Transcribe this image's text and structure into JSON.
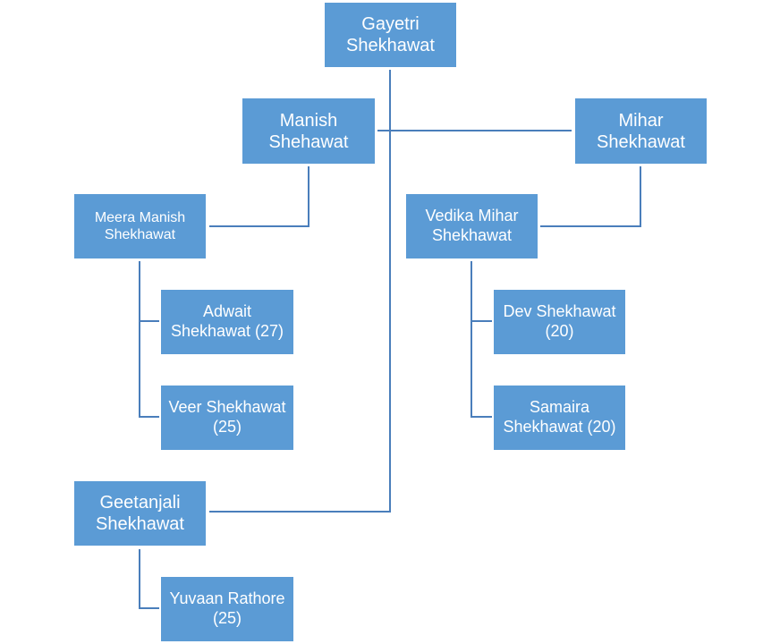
{
  "diagram_type": "family-tree",
  "colors": {
    "node_fill": "#5b9bd5",
    "node_text": "#ffffff",
    "connector": "#4a7ebb",
    "background": "#ffffff"
  },
  "nodes": {
    "gayetri": {
      "label": "Gayetri Shekhawat"
    },
    "manish": {
      "label": "Manish Shehawat"
    },
    "mihar": {
      "label": "Mihar Shekhawat"
    },
    "meera": {
      "label": "Meera Manish Shekhawat"
    },
    "vedika": {
      "label": "Vedika Mihar Shekhawat"
    },
    "adwait": {
      "label": "Adwait Shekhawat (27)"
    },
    "veer": {
      "label": "Veer Shekhawat (25)"
    },
    "dev": {
      "label": "Dev Shekhawat (20)"
    },
    "samaira": {
      "label": "Samaira Shekhawat (20)"
    },
    "geetanjali": {
      "label": "Geetanjali Shekhawat"
    },
    "yuvaan": {
      "label": "Yuvaan Rathore (25)"
    }
  },
  "relationships": [
    {
      "from": "gayetri",
      "to": "manish"
    },
    {
      "from": "gayetri",
      "to": "mihar"
    },
    {
      "from": "gayetri",
      "to": "geetanjali"
    },
    {
      "from": "manish",
      "to": "meera"
    },
    {
      "from": "mihar",
      "to": "vedika"
    },
    {
      "from": "meera",
      "to": "adwait"
    },
    {
      "from": "meera",
      "to": "veer"
    },
    {
      "from": "vedika",
      "to": "dev"
    },
    {
      "from": "vedika",
      "to": "samaira"
    },
    {
      "from": "geetanjali",
      "to": "yuvaan"
    }
  ]
}
